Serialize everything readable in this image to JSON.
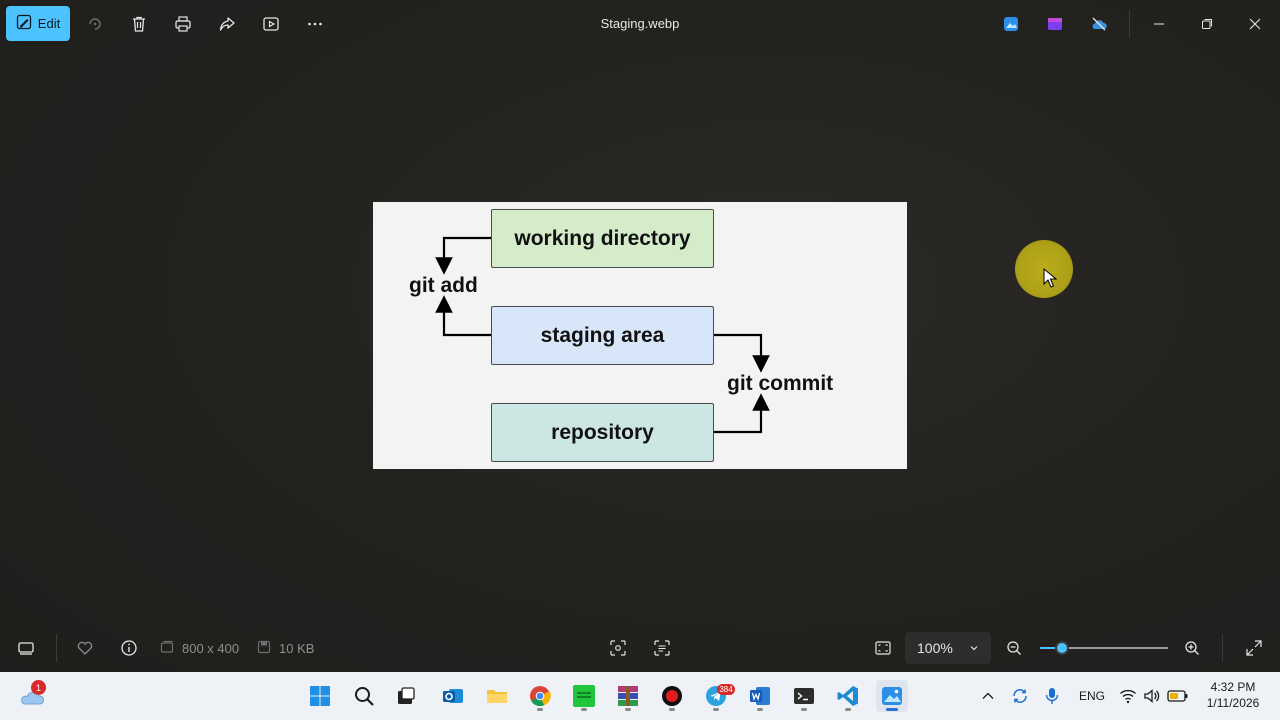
{
  "toolbar": {
    "edit_label": "Edit",
    "file_name": "Staging.webp",
    "icons": [
      "rotate-icon",
      "delete-icon",
      "print-icon",
      "share-icon",
      "slideshow-icon",
      "more-icon"
    ]
  },
  "diagram": {
    "box_working": "working directory",
    "box_staging": "staging area",
    "box_repo": "repository",
    "label_add": "git add",
    "label_commit": "git commit"
  },
  "status": {
    "dimensions": "800 x 400",
    "file_size": "10 KB",
    "zoom": "100%",
    "zoom_level": 0.17
  },
  "taskbar": {
    "weather_badge": "1",
    "telegram_badge": "384",
    "lang": "ENG",
    "time": "4:32 PM",
    "date": "1/11/2026"
  },
  "colors": {
    "accent": "#4cc2ff",
    "box_working": "#d4ecc9",
    "box_staging": "#d7e6f8",
    "box_repo": "#cbe6e3"
  }
}
